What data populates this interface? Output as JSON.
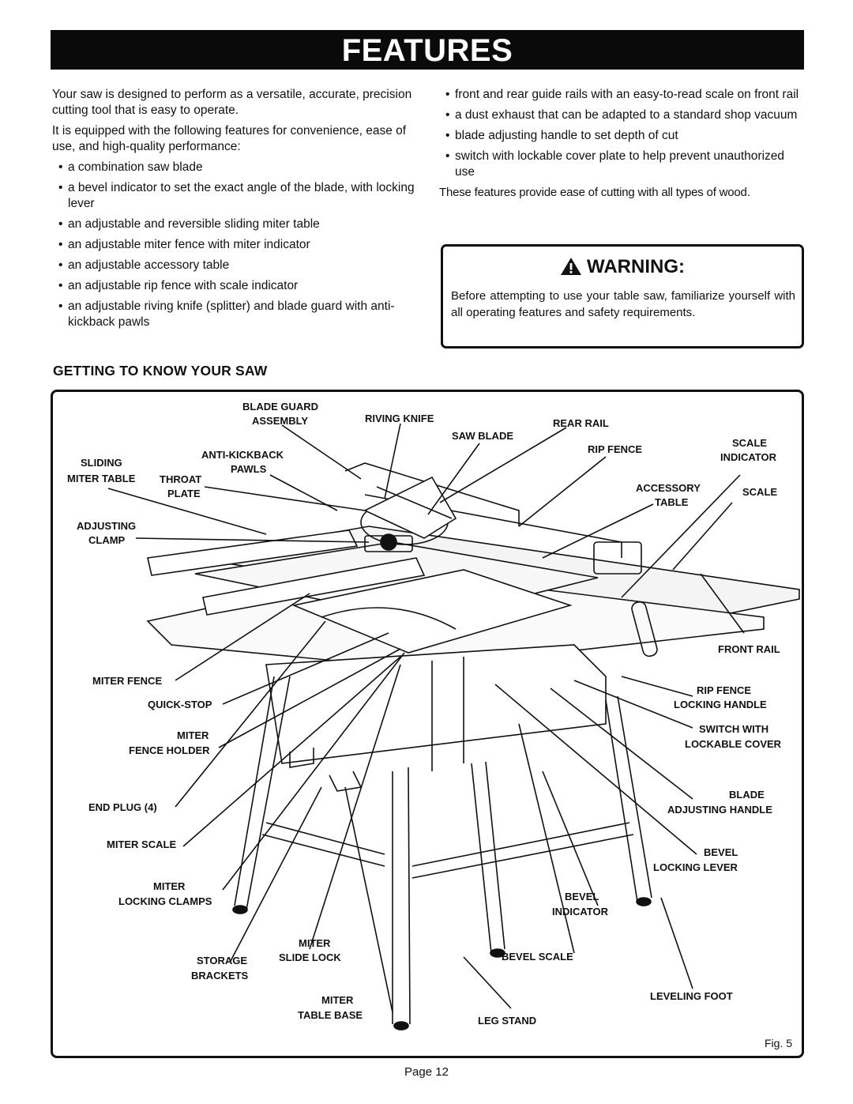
{
  "title": "FEATURES",
  "intro": [
    "Your saw is designed to perform as a versatile, accurate, precision cutting tool that is easy to operate.",
    "It is equipped with the following features for convenience, ease of use, and high-quality performance:"
  ],
  "left_bullets": [
    "a combination saw blade",
    "a bevel indicator to set the exact angle of the blade, with locking lever",
    "an adjustable and reversible sliding miter table",
    "an adjustable miter fence with miter indicator",
    "an adjustable accessory table",
    "an adjustable rip fence with scale indicator",
    "an adjustable riving knife (splitter) and blade guard with anti-kickback pawls"
  ],
  "right_bullets": [
    "front and rear guide rails with an easy-to-read scale on front rail",
    "a dust exhaust that can be adapted to a standard shop vacuum",
    "blade adjusting handle to set depth of cut",
    "switch with lockable cover plate to help prevent unauthorized use"
  ],
  "closing": "These features provide ease of cutting with all types of wood.",
  "warning": {
    "heading": "WARNING:",
    "text": "Before attempting to use your table saw, familiarize yourself with all operating features and safety requirements."
  },
  "section_title": "GETTING TO KNOW YOUR SAW",
  "figure": {
    "labels": {
      "blade_guard_1": "BLADE GUARD",
      "blade_guard_2": "ASSEMBLY",
      "riving_knife": "RIVING KNIFE",
      "rear_rail": "REAR RAIL",
      "saw_blade": "SAW BLADE",
      "rip_fence": "RIP FENCE",
      "scale_indicator_1": "SCALE",
      "scale_indicator_2": "INDICATOR",
      "sliding_1": "SLIDING",
      "sliding_2": "MITER TABLE",
      "anti_kickback_1": "ANTI-KICKBACK",
      "anti_kickback_2": "PAWLS",
      "throat_1": "THROAT",
      "throat_2": "PLATE",
      "accessory_1": "ACCESSORY",
      "accessory_2": "TABLE",
      "scale": "SCALE",
      "adjusting_1": "ADJUSTING",
      "adjusting_2": "CLAMP",
      "front_rail": "FRONT RAIL",
      "miter_fence": "MITER FENCE",
      "rip_handle_1": "RIP FENCE",
      "rip_handle_2": "LOCKING HANDLE",
      "quick_stop": "QUICK-STOP",
      "switch_1": "SWITCH WITH",
      "switch_2": "LOCKABLE COVER",
      "fence_holder_1": "MITER",
      "fence_holder_2": "FENCE HOLDER",
      "end_plug": "END PLUG (4)",
      "blade_adj_1": "BLADE",
      "blade_adj_2": "ADJUSTING HANDLE",
      "miter_scale": "MITER SCALE",
      "bevel_lever_1": "BEVEL",
      "bevel_lever_2": "LOCKING LEVER",
      "miter_clamps_1": "MITER",
      "miter_clamps_2": "LOCKING CLAMPS",
      "bevel_ind_1": "BEVEL",
      "bevel_ind_2": "INDICATOR",
      "slide_lock_1": "MITER",
      "slide_lock_2": "SLIDE LOCK",
      "storage_1": "STORAGE",
      "storage_2": "BRACKETS",
      "bevel_scale": "BEVEL SCALE",
      "table_base_1": "MITER",
      "table_base_2": "TABLE BASE",
      "leveling_foot": "LEVELING FOOT",
      "leg_stand": "LEG STAND"
    },
    "caption": "Fig. 5"
  },
  "page": "Page 12"
}
